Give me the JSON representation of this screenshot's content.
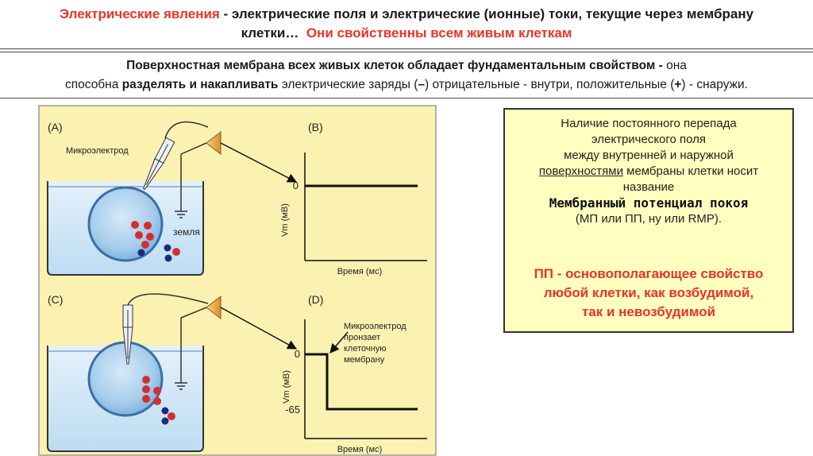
{
  "header": {
    "title_red": "Электрические явления",
    "title_main": " - электрические поля и электрические (ионные) токи, текущие через мембрану",
    "title_line2_start": "клетки…",
    "title_line2_red": "Они свойственны  всем живым клеткам"
  },
  "intro": {
    "line1_bold": "Поверхностная мембрана всех живых клеток обладает фундаментальным свойством -",
    "line1_rest": " она",
    "line2_start": "способна ",
    "line2_bold": "разделять и накапливать",
    "line2_rest": " электрические заряды (",
    "dash": "–",
    "line2_mid": ") отрицательные -  внутри,  положительные (",
    "plus": "+",
    "line2_end": ")  -  снаружи."
  },
  "diagram": {
    "panel_a": "(A)",
    "panel_b": "(B)",
    "panel_c": "(C)",
    "panel_d": "(D)",
    "microelectrode": "Микроэлектрод",
    "ground": "земля",
    "ylabel": "Vm (мВ)",
    "xlabel": "Время (мс)",
    "tick_zero_b": "0",
    "tick_zero_d": "0",
    "tick_minus65": "-65",
    "pierce_note": [
      "Микроэлектрод",
      "пронзает",
      "клеточную",
      "мембрану"
    ],
    "colors": {
      "background": "#fbf1b1",
      "water": "#cfe6f6",
      "cell": "#7fb3e0",
      "minus": "#d32f2f",
      "plus": "#1b2d7a",
      "amplifier": "#e0a03a"
    }
  },
  "callout": {
    "line1": "Наличие постоянного перепада",
    "line2": "электрического поля",
    "line3": "между внутренней и наружной",
    "line4_u": "поверхностями",
    "line4_rest": " мембраны клетки носит",
    "line5": "название",
    "term": "Мембранный потенциал покоя",
    "abbr": "(МП или ПП, ну или RMP).",
    "red1": "ПП -  основополагающее свойство",
    "red2": "любой клетки, как возбудимой,",
    "red3": "так и невозбудимой"
  }
}
